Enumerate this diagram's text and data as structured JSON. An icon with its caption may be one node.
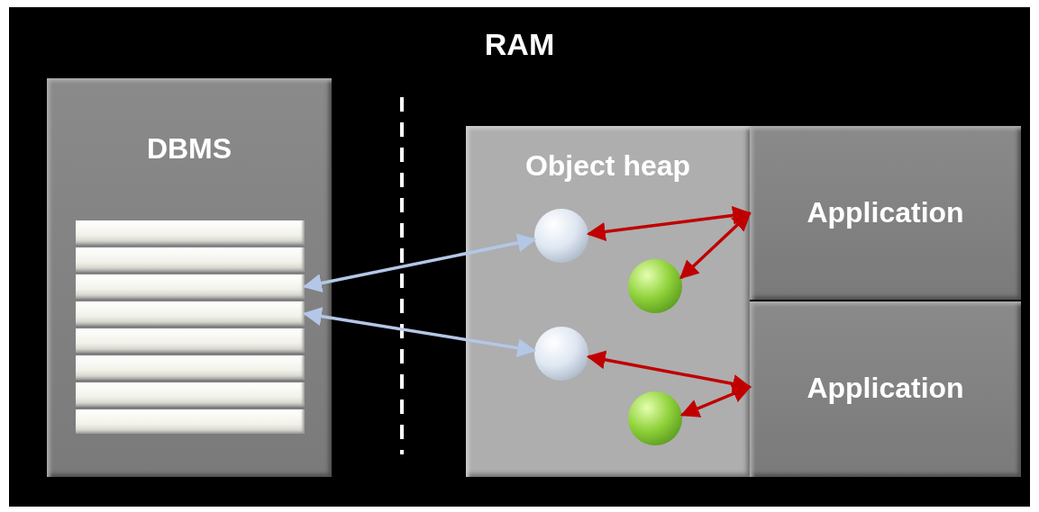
{
  "diagram": {
    "nodes": [
      {
        "text": [
          "RAM"
        ]
      },
      {
        "text": [
          "DBMS"
        ],
        "in": 0
      },
      {
        "text": [],
        "shape": "bar",
        "in": 1
      },
      {
        "text": [],
        "shape": "bar",
        "in": 1
      },
      {
        "text": [],
        "shape": "bar",
        "in": 1
      },
      {
        "text": [],
        "shape": "bar",
        "in": 1
      },
      {
        "text": [],
        "shape": "bar",
        "in": 1
      },
      {
        "text": [],
        "shape": "bar",
        "in": 1
      },
      {
        "text": [],
        "shape": "bar",
        "in": 1
      },
      {
        "text": [],
        "shape": "bar",
        "in": 1
      },
      {
        "text": [
          "Object heap"
        ],
        "in": 0
      },
      {
        "text": [],
        "shape": "circle",
        "in": 10
      },
      {
        "text": [],
        "shape": "circle",
        "in": 10
      },
      {
        "text": [],
        "shape": "circle",
        "in": 10
      },
      {
        "text": [],
        "shape": "circle",
        "in": 10
      },
      {
        "text": [
          "Application"
        ],
        "in": 0
      },
      {
        "text": [
          "Application"
        ],
        "in": 0
      }
    ],
    "edges": [
      {
        "from": 11,
        "to": 4,
        "arrow": "both",
        "color": "#b4c7e7"
      },
      {
        "from": 13,
        "to": 5,
        "arrow": "both",
        "color": "#b4c7e7"
      },
      {
        "from": 11,
        "to": 15,
        "arrow": "both"
      },
      {
        "from": 15,
        "to": 12,
        "arrow": "both"
      },
      {
        "from": 13,
        "to": 16,
        "arrow": "both"
      },
      {
        "from": 16,
        "to": 14,
        "arrow": "both"
      }
    ]
  }
}
